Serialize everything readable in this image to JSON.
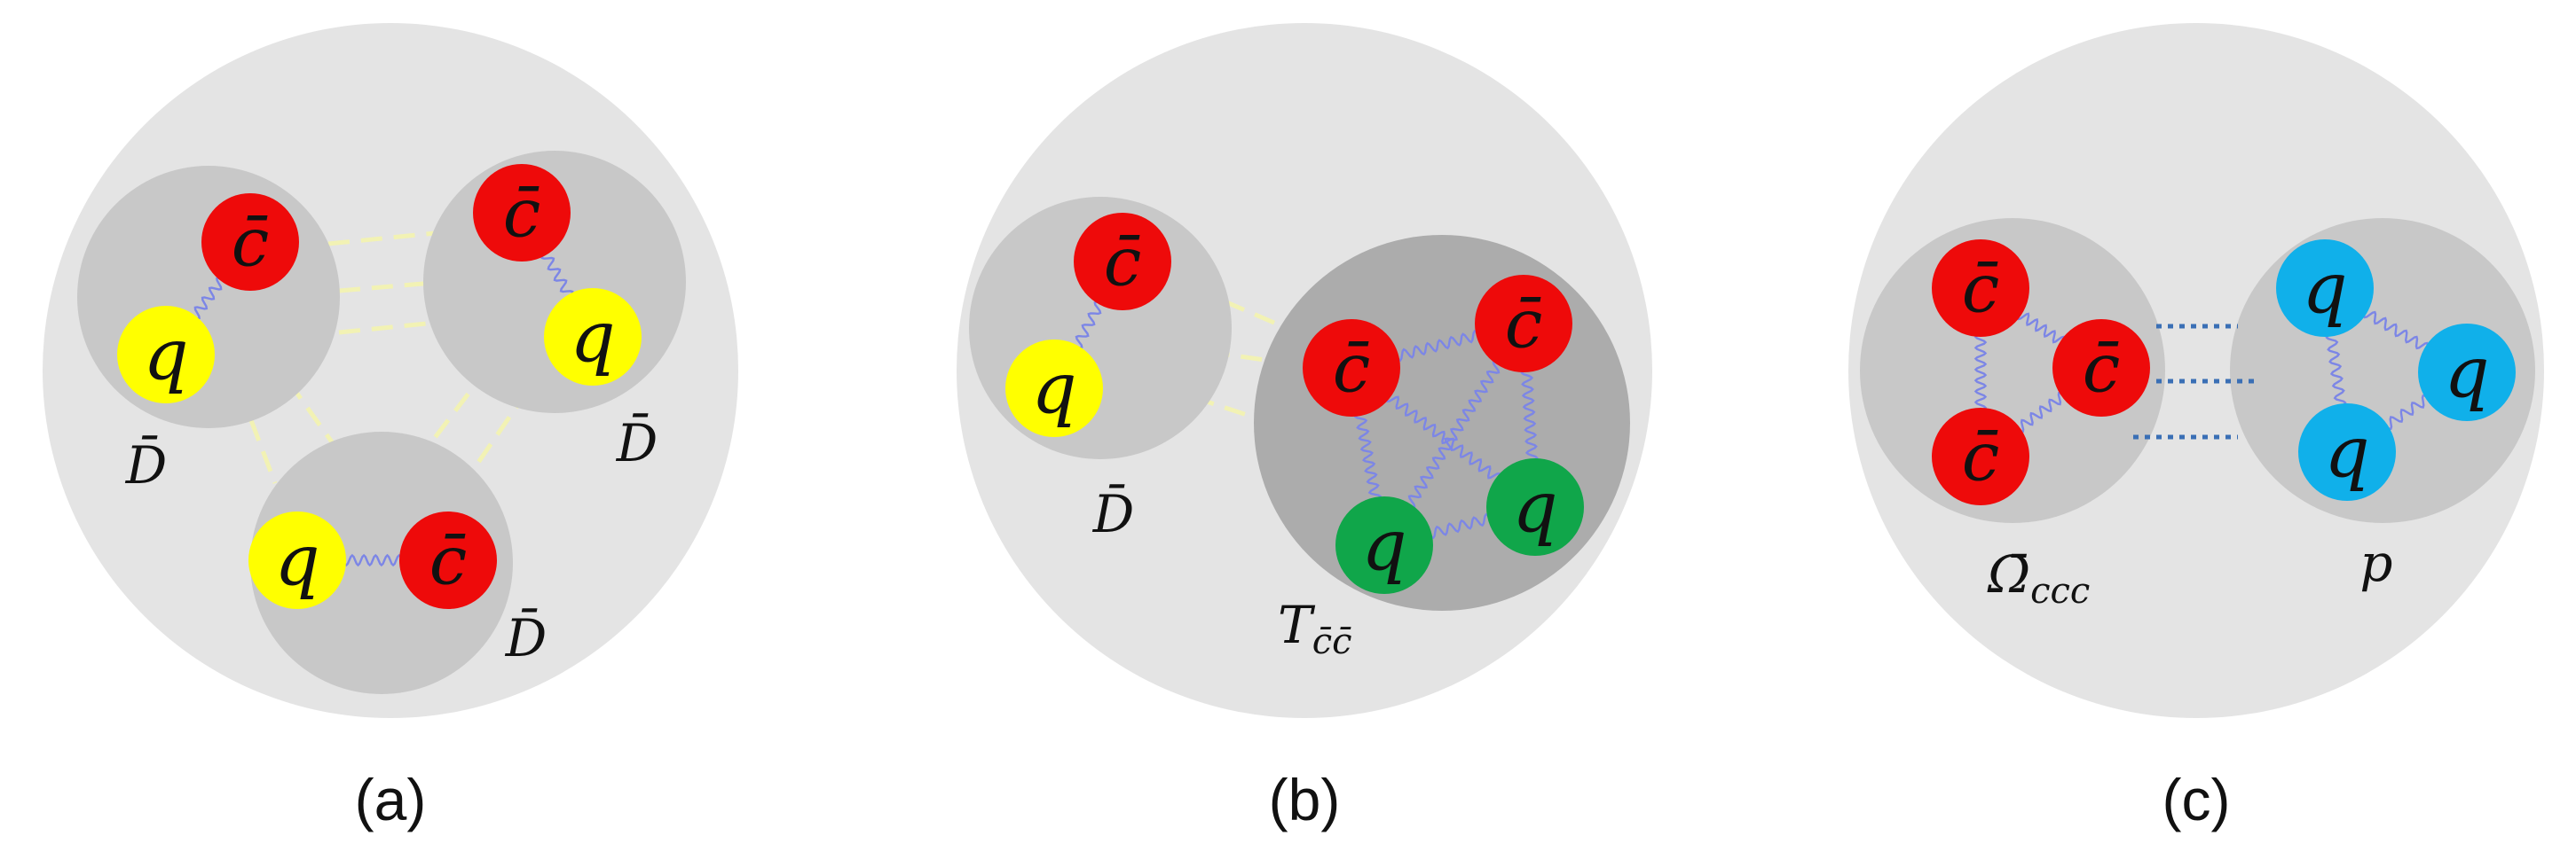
{
  "colors": {
    "outer_background": "#e4e4e4",
    "hadron_background": "#c8c8c8",
    "compact_core_background": "#acacac",
    "charm_antiquark": "#ee0a0a",
    "light_quark": "#ffff00",
    "diquark_green": "#10a64a",
    "proton_quark": "#10b0ea",
    "gluon_line": "#7c86e6",
    "dashed_exchange": "#f2f2b4",
    "dotted_exchange": "#3a6fb5",
    "text": "#111111"
  },
  "quarks": {
    "charm_bar": "c̄",
    "light": "q"
  },
  "panels": {
    "a": {
      "caption": "(a)",
      "hadron_labels": [
        "D̄",
        "D̄",
        "D̄"
      ]
    },
    "b": {
      "caption": "(b)",
      "meson_label": "D̄",
      "core_label_main": "T",
      "core_label_sub": "c̄c̄"
    },
    "c": {
      "caption": "(c)",
      "baryon_label_main": "Ω̄",
      "baryon_label_sub": "ccc",
      "proton_label": "p"
    }
  }
}
